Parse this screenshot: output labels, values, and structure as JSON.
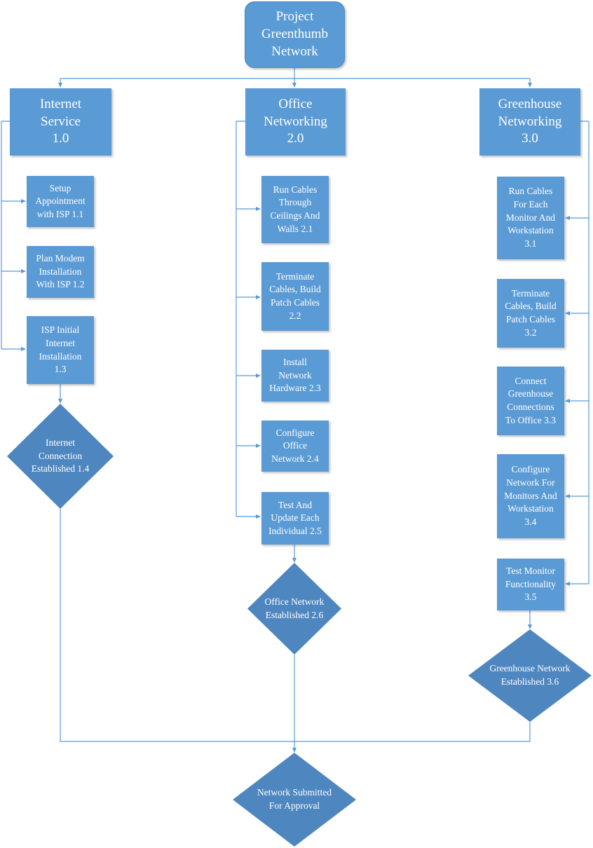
{
  "root": {
    "label": "Project\nGreenthumb\nNetwork"
  },
  "heads": {
    "internet": "Internet\nService\n1.0",
    "office": "Office\nNetworking\n2.0",
    "greenhouse": "Greenhouse\nNetworking\n3.0"
  },
  "internet_tasks": [
    "Setup\nAppointment\nwith ISP 1.1",
    "Plan Modem\nInstallation\nWith ISP 1.2",
    "ISP Initial\nInternet\nInstallation\n1.3"
  ],
  "office_tasks": [
    "Run Cables\nThrough\nCeilings And\nWalls 2.1",
    "Terminate\nCables, Build\nPatch Cables\n2.2",
    "Install\nNetwork\nHardware 2.3",
    "Configure\nOffice\nNetwork 2.4",
    "Test And\nUpdate Each\nIndividual 2.5"
  ],
  "greenhouse_tasks": [
    "Run Cables\nFor Each\nMonitor And\nWorkstation\n3.1",
    "Terminate\nCables, Build\nPatch Cables\n3.2",
    "Connect\nGreenhouse\nConnections\nTo Office 3.3",
    "Configure\nNetwork For\nMonitors And\nWorkstation\n3.4",
    "Test Monitor\nFunctionality\n3.5"
  ],
  "decisions": {
    "internet": "Internet\nConnection\nEstablished 1.4",
    "office": "Office Network\nEstablished 2.6",
    "greenhouse": "Greenhouse Network\nEstablished 3.6",
    "final": "Network Submitted\nFor Approval"
  },
  "colors": {
    "box": "#5b9bd5",
    "diamond": "#4e86bf",
    "line": "#5b9bd5",
    "text": "#ffffff"
  }
}
